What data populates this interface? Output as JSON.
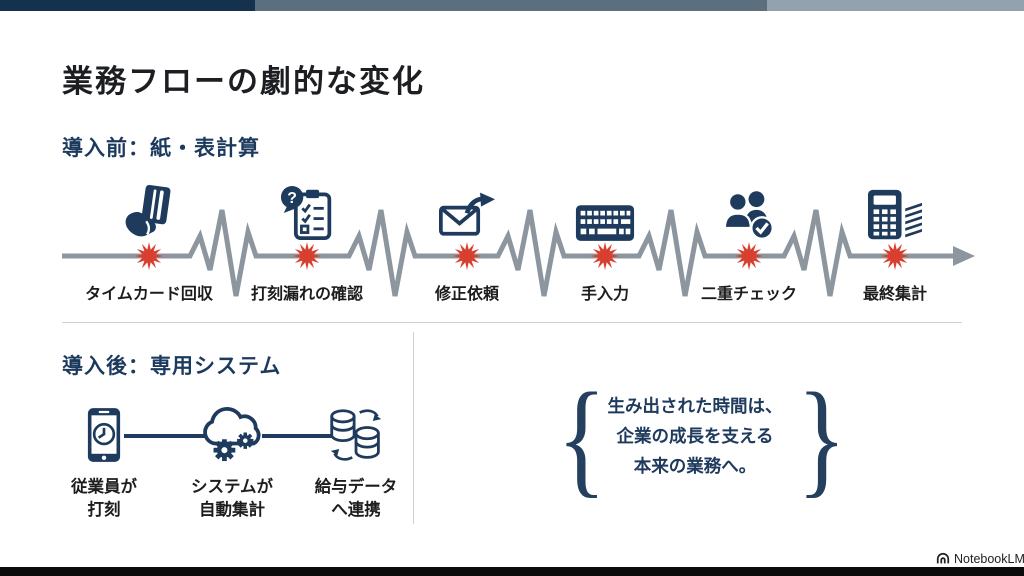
{
  "slide": {
    "title": "業務フローの劇的な変化",
    "before": {
      "heading": "導入前：紙・表計算",
      "steps": [
        {
          "label": "タイムカード回収",
          "icon": "timecard-hand-icon"
        },
        {
          "label": "打刻漏れの確認",
          "icon": "checklist-question-icon"
        },
        {
          "label": "修正依頼",
          "icon": "email-send-icon"
        },
        {
          "label": "手入力",
          "icon": "keyboard-icon"
        },
        {
          "label": "二重チェック",
          "icon": "people-check-icon"
        },
        {
          "label": "最終集計",
          "icon": "calculator-stack-icon"
        }
      ]
    },
    "after": {
      "heading": "導入後：専用システム",
      "steps": [
        {
          "line1": "従業員が",
          "line2": "打刻",
          "icon": "smartphone-clock-icon"
        },
        {
          "line1": "システムが",
          "line2": "自動集計",
          "icon": "cloud-gears-icon"
        },
        {
          "line1": "給与データ",
          "line2": "へ連携",
          "icon": "database-sync-icon"
        }
      ]
    },
    "quote": {
      "brace_left": "{",
      "brace_right": "}",
      "line1": "生み出された時間は、",
      "line2": "企業の成長を支える",
      "line3": "本来の業務へ。"
    },
    "icons": {
      "question_mark": "?"
    },
    "footer": {
      "brand": "NotebookLM"
    },
    "colors": {
      "navy": "#1e3a5c",
      "red_star": "#d93f2e",
      "line_gray": "#8d969e",
      "topbar_navy": "#14314e",
      "topbar_slate": "#5b6f7f",
      "topbar_light": "#94a2ad"
    }
  }
}
